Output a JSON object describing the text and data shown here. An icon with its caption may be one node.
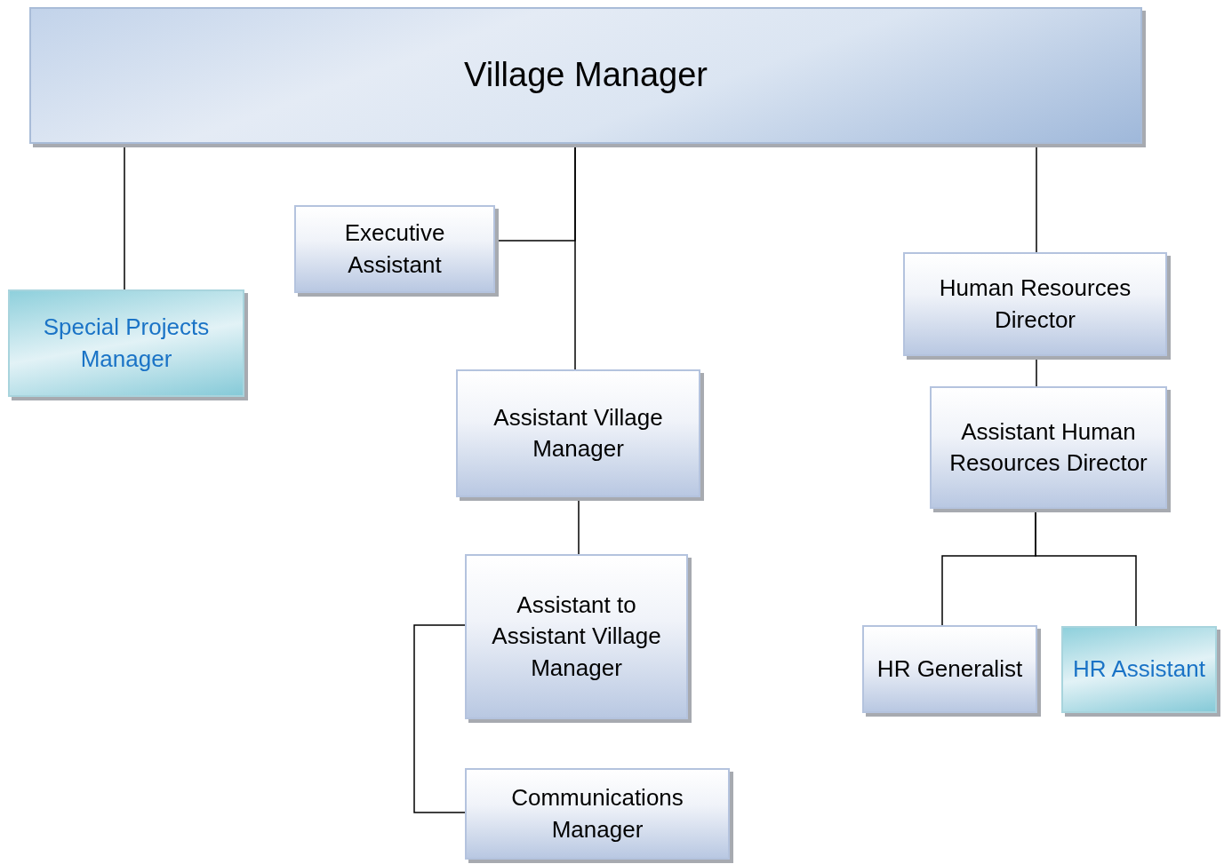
{
  "diagram": {
    "nodes": [
      {
        "text": [
          "Village Manager"
        ]
      },
      {
        "text": [
          "Special Projects Manager"
        ]
      },
      {
        "text": [
          "Executive Assistant"
        ]
      },
      {
        "text": [
          "Assistant Village Manager"
        ]
      },
      {
        "text": [
          "Assistant to Assistant Village Manager"
        ]
      },
      {
        "text": [
          "Communications Manager"
        ]
      },
      {
        "text": [
          "Human Resources Director"
        ]
      },
      {
        "text": [
          "Assistant Human Resources Director"
        ]
      },
      {
        "text": [
          "HR Generalist"
        ]
      },
      {
        "text": [
          "HR Assistant"
        ]
      }
    ],
    "edges": [
      {
        "from": 0,
        "to": 1,
        "arrow": "none"
      },
      {
        "from": 0,
        "to": 2,
        "arrow": "none"
      },
      {
        "from": 0,
        "to": 3,
        "arrow": "none"
      },
      {
        "from": 3,
        "to": 4,
        "arrow": "none"
      },
      {
        "from": 4,
        "to": 5,
        "arrow": "none"
      },
      {
        "from": 0,
        "to": 6,
        "arrow": "none"
      },
      {
        "from": 6,
        "to": 7,
        "arrow": "none"
      },
      {
        "from": 7,
        "to": 8,
        "arrow": "none"
      },
      {
        "from": 7,
        "to": 9,
        "arrow": "none"
      }
    ]
  }
}
